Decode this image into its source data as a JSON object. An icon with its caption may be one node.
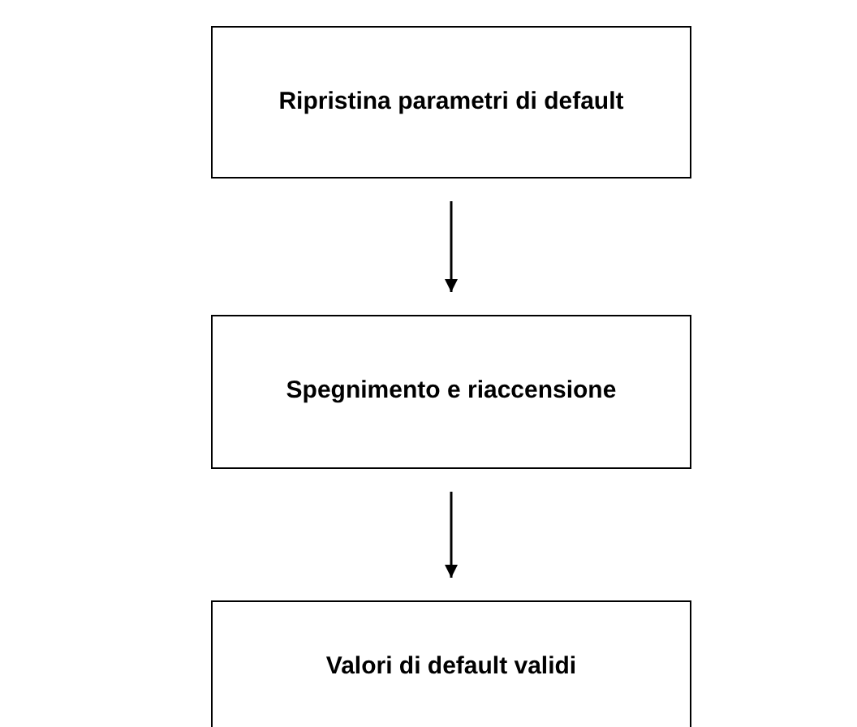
{
  "diagram": {
    "nodes": [
      {
        "text": [
          "Ripristina parametri di default"
        ]
      },
      {
        "text": [
          "Spegnimento e riaccensione"
        ]
      },
      {
        "text": [
          "Valori di default validi"
        ]
      }
    ],
    "edges": [
      {
        "from": 0,
        "to": 1,
        "arrow": "to"
      },
      {
        "from": 1,
        "to": 2,
        "arrow": "to"
      }
    ]
  }
}
